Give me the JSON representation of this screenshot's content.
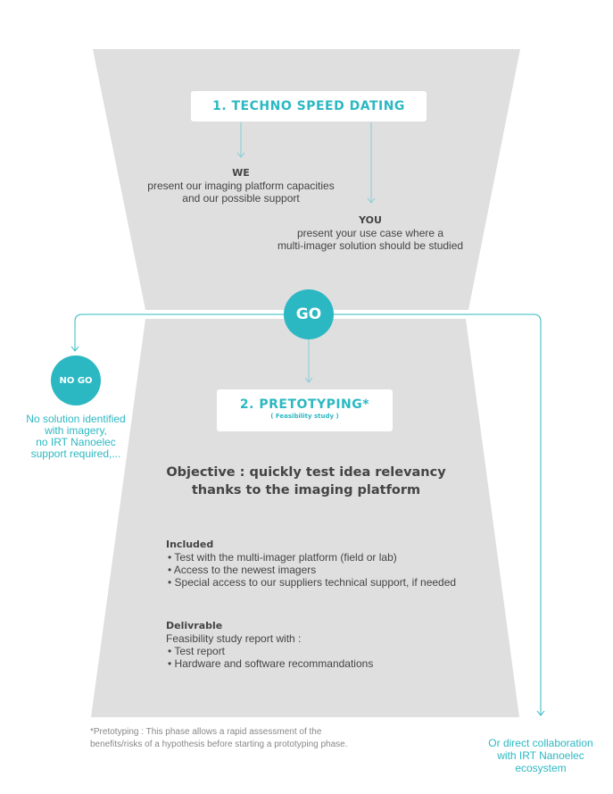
{
  "step1": {
    "title": "1. TECHNO SPEED DATING",
    "we": {
      "label": "WE",
      "text": [
        "present our imaging platform capacities",
        "and our possible support"
      ]
    },
    "you": {
      "label": "YOU",
      "text": [
        "present your use case where a",
        "multi-imager solution should be studied"
      ]
    }
  },
  "go": "GO",
  "nogo": {
    "label": "NO GO",
    "text": [
      "No solution identified",
      "with imagery,",
      "no IRT Nanoelec",
      "support required,..."
    ]
  },
  "step2": {
    "title": "2. PRETOTYPING*",
    "subtitle": "( Feasibility study )",
    "objective": [
      "Objective : quickly test idea relevancy",
      "thanks to the imaging platform"
    ],
    "included": {
      "label": "Included",
      "items": [
        "Test with the multi-imager platform (field or lab)",
        "Access to the newest imagers",
        "Special access to our suppliers technical support, if needed"
      ]
    },
    "deliverable": {
      "label": "Delivrable",
      "intro": "Feasibility study report with :",
      "items": [
        "Test report",
        "Hardware and software recommandations"
      ]
    }
  },
  "footnote": [
    "*Pretotyping : This phase allows a rapid assessment of the",
    "benefits/risks of a hypothesis before starting a prototyping phase."
  ],
  "collab": [
    "Or direct collaboration",
    "with IRT Nanoelec",
    "ecosystem"
  ],
  "colors": {
    "teal": "#2cb8c2",
    "gray": "#e0dfe0"
  }
}
